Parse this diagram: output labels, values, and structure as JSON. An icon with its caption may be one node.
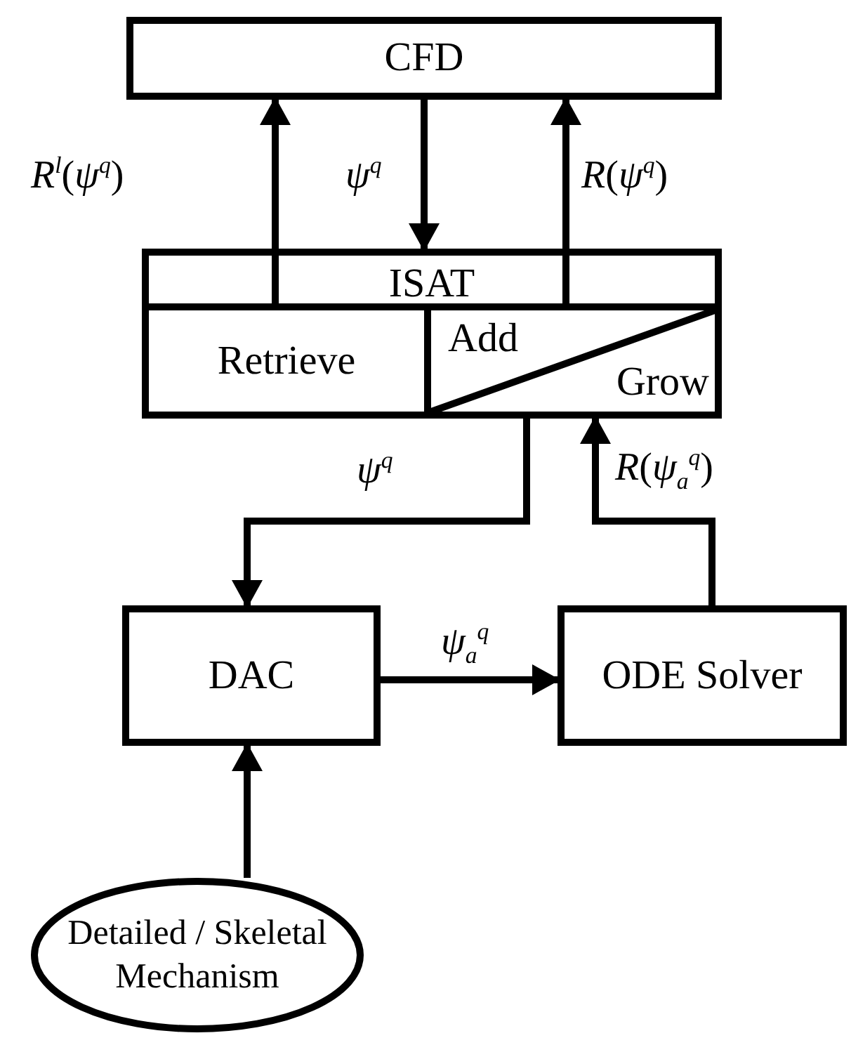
{
  "diagram": {
    "nodes": [
      {
        "text": [
          "CFD"
        ]
      },
      {
        "text": [
          "ISAT"
        ]
      },
      {
        "text": [
          "Retrieve"
        ],
        "in": 1
      },
      {
        "text": [
          "Add",
          "Grow"
        ],
        "in": 1
      },
      {
        "text": [
          "DAC"
        ]
      },
      {
        "text": [
          "ODE Solver"
        ]
      },
      {
        "text": [
          "Detailed / Skeletal Mechanism"
        ]
      }
    ],
    "edges": [
      {
        "from": 2,
        "to": 0,
        "arrow": "to",
        "label": "*R*$^{l}$(*ψ*$^{q}$)"
      },
      {
        "from": 0,
        "to": 1,
        "arrow": "to",
        "label": "*ψ*$^{q}$"
      },
      {
        "from": 3,
        "to": 0,
        "arrow": "to",
        "label": "*R*(*ψ*$^{q}$)"
      },
      {
        "from": 3,
        "to": 4,
        "arrow": "to",
        "label": "*ψ*$^{q}$"
      },
      {
        "from": 5,
        "to": 3,
        "arrow": "to",
        "label": "*R*(*ψ*$_{a}$$^{q}$)"
      },
      {
        "from": 4,
        "to": 5,
        "arrow": "to",
        "label": "*ψ*$_{a}$$^{q}$"
      },
      {
        "from": 6,
        "to": 4,
        "arrow": "to"
      }
    ]
  }
}
